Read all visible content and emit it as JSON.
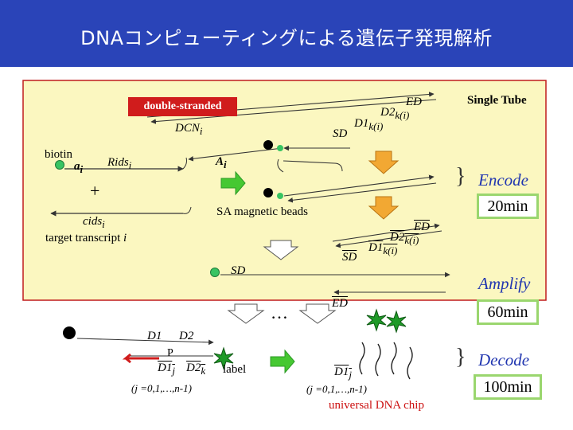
{
  "slide": {
    "title": "DNAコンピューティングによる遺伝子発現解析"
  },
  "diagram": {
    "double_stranded_label": "double-stranded",
    "single_tube_label": "Single Tube",
    "steps": [
      {
        "name": "Encode",
        "time": "20min"
      },
      {
        "name": "Amplify",
        "time": "60min"
      },
      {
        "name": "Decode",
        "time": "100min"
      }
    ],
    "labels": {
      "biotin": "biotin",
      "a_i": "a",
      "a_i_sub": "i",
      "rids": "Rids",
      "rids_sub": "i",
      "plus": "+",
      "cids": "cids",
      "cids_sub": "i",
      "target_transcript": "target transcript",
      "target_i": "i",
      "dcn": "DCN",
      "dcn_sub": "i",
      "A_i": "A",
      "A_i_sub": "i",
      "sa_beads": "SA magnetic beads",
      "ed_top": "ED",
      "d2_top": "D2",
      "d2_top_sub": "k(i)",
      "d1_top": "D1",
      "d1_top_sub": "k(i)",
      "sd_top": "SD",
      "ed_mid": "ED",
      "d2_mid": "D2",
      "d2_mid_sub": "k(i)",
      "d1_mid": "D1",
      "d1_mid_sub": "k(i)",
      "sd_mid": "SD",
      "sd_amp": "SD",
      "ed_amp": "ED",
      "dots": "…",
      "d1_bottom": "D1",
      "d2_bottom": "D2",
      "p_label": "P",
      "d1j": "D1",
      "d1j_sub": "j",
      "d2k": "D2",
      "d2k_sub": "k",
      "label_text": "label",
      "range_left": "(j =0,1,…,n-1)",
      "d1j_chip": "D1",
      "d1j_chip_sub": "j",
      "range_chip": "(j =0,1,…,n-1)",
      "chip": "universal DNA chip"
    }
  },
  "colors": {
    "title_bar": "#2a44b8",
    "panel_fill": "#fbf7c0",
    "panel_border": "#c01c1c",
    "arrow_green": "#46c832",
    "arrow_green_dark": "#2c9a26",
    "accent_blue": "#2136b0",
    "label_red": "#d01c1c",
    "time_box_border": "#9ad66e"
  }
}
